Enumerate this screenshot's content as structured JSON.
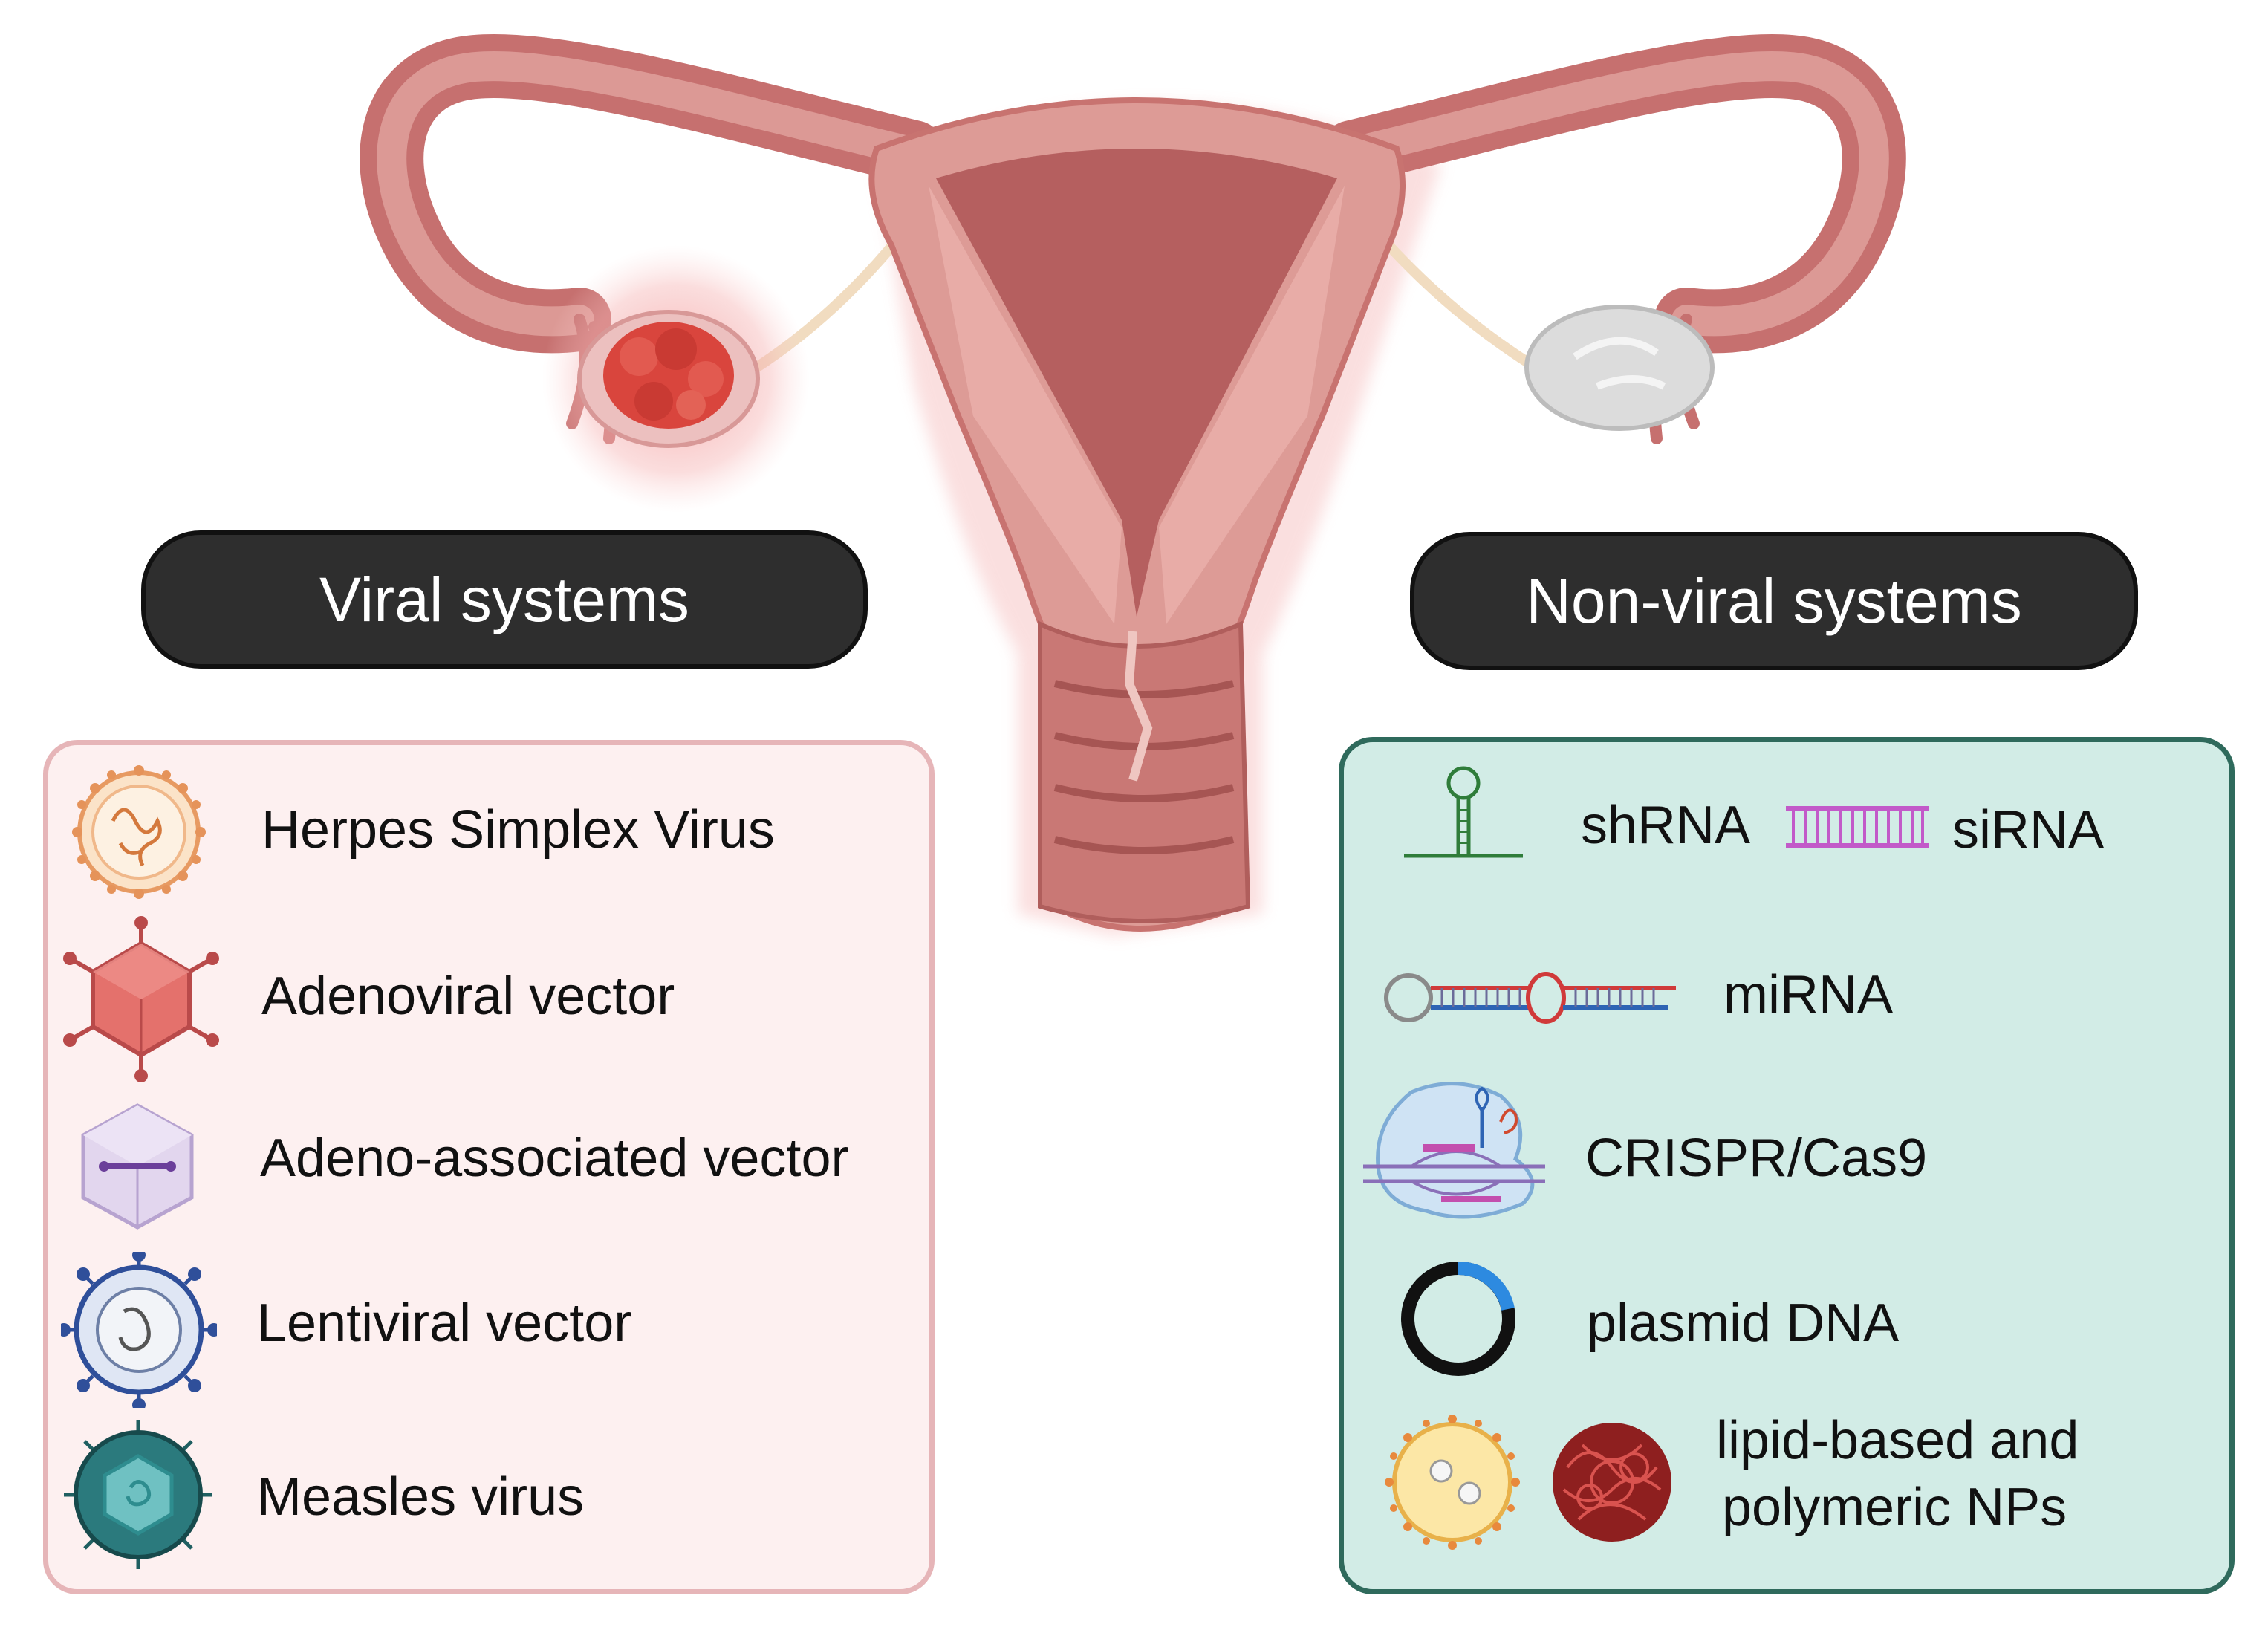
{
  "headers": {
    "viral": "Viral systems",
    "nonviral": "Non-viral systems"
  },
  "viral_items": [
    {
      "label": "Herpes Simplex Virus",
      "icon": "herpes-simplex-virus-icon"
    },
    {
      "label": "Adenoviral vector",
      "icon": "adenovirus-icon"
    },
    {
      "label": "Adeno-associated vector",
      "icon": "adeno-associated-virus-icon"
    },
    {
      "label": "Lentiviral vector",
      "icon": "lentivirus-icon"
    },
    {
      "label": "Measles virus",
      "icon": "measles-virus-icon"
    }
  ],
  "nonviral_items": {
    "shrna": "shRNA",
    "sirna": "siRNA",
    "mirna": "miRNA",
    "crispr": "CRISPR/Cas9",
    "plasmid": "plasmid DNA",
    "nps_line1": "lipid-based and",
    "nps_line2": "polymeric NPs"
  },
  "colors": {
    "viral_panel_bg": "#fdf0f0",
    "viral_panel_border": "#e6b5b8",
    "nonviral_panel_bg": "#d2ece6",
    "nonviral_panel_border": "#2f6a5c",
    "header_bg": "#2e2e2e",
    "uterus": "#d9928f",
    "tumor": "#d9453d",
    "ovary_healthy": "#dcdcdc"
  }
}
